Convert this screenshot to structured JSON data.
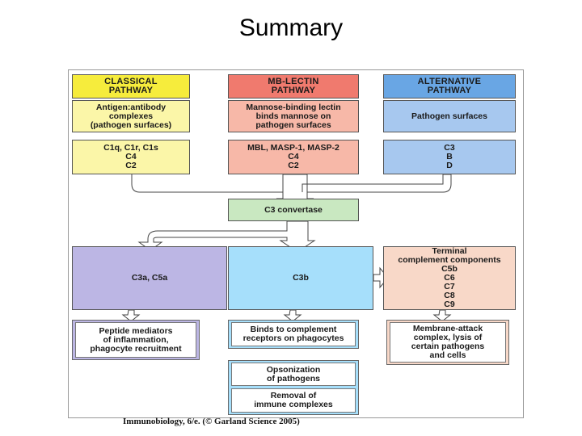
{
  "title": "Summary",
  "caption": "Immunobiology, 6/e. (© Garland Science 2005)",
  "pathways": {
    "classical": {
      "header": "CLASSICAL\nPATHWAY",
      "trigger": "Antigen:antibody\ncomplexes\n(pathogen surfaces)",
      "components": "C1q, C1r, C1s\nC4\nC2"
    },
    "lectin": {
      "header": "MB-LECTIN\nPATHWAY",
      "trigger": "Mannose-binding lectin\nbinds mannose on\npathogen surfaces",
      "components": "MBL, MASP-1, MASP-2\nC4\nC2"
    },
    "alternative": {
      "header": "ALTERNATIVE\nPATHWAY",
      "trigger": "Pathogen surfaces",
      "components": "C3\nB\nD"
    }
  },
  "convertase": "C3 convertase",
  "effectors": {
    "anaphylatoxins": "C3a, C5a",
    "opsonin": "C3b",
    "terminal": "Terminal\ncomplement components\nC5b\nC6\nC7\nC8\nC9"
  },
  "outcomes": {
    "inflammation": "Peptide mediators\nof inflammation,\nphagocyte recruitment",
    "receptors": "Binds to complement\nreceptors on phagocytes",
    "opsonization": "Opsonization\nof pathogens",
    "removal": "Removal of\nimmune complexes",
    "mac": "Membrane-attack\ncomplex, lysis of\ncertain pathogens\nand cells"
  },
  "colors": {
    "classical_header": "#f6ec3c",
    "classical_body": "#fbf6a8",
    "lectin_header": "#f07a6e",
    "lectin_body": "#f7b8a8",
    "alternative_header": "#69a6e4",
    "alternative_body": "#a7c8ef",
    "convertase": "#c9e8c1",
    "anaphylatoxins": "#bcb6e4",
    "opsonin": "#a6dffb",
    "terminal": "#f8d8c8"
  }
}
